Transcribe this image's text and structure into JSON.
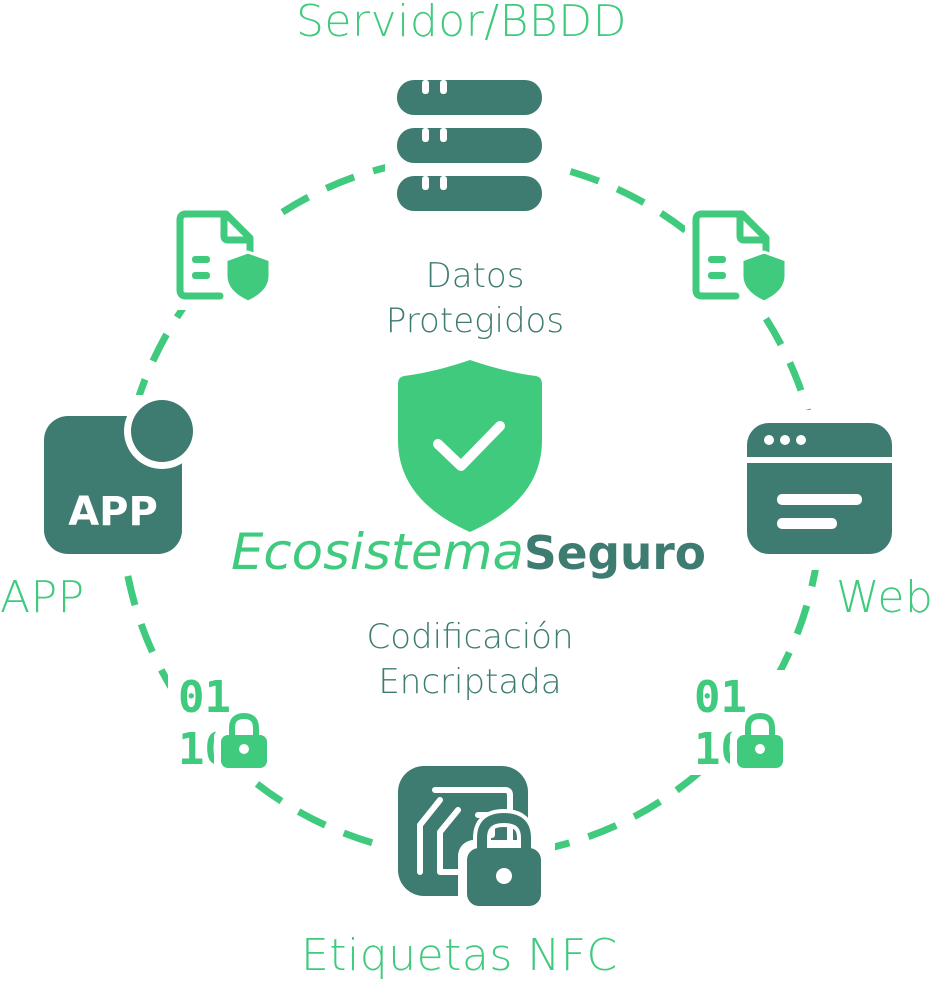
{
  "colors": {
    "green": "#3fca7e",
    "teal": "#3e7b71",
    "background": "#ffffff"
  },
  "nodes": {
    "top": {
      "label": "Servidor/BBDD",
      "icon": "server-icon"
    },
    "left": {
      "label": "APP",
      "icon": "app-icon",
      "icon_text": "APP"
    },
    "right": {
      "label": "Web",
      "icon": "browser-window-icon"
    },
    "bottom": {
      "label": "Etiquetas NFC",
      "icon": "nfc-chip-lock-icon"
    }
  },
  "ring_icons": {
    "upper": "document-shield-icon",
    "lower": "binary-lock-icon",
    "binary_text": [
      "01",
      "10"
    ]
  },
  "center": {
    "upper_text": [
      "Datos",
      "Protegidos"
    ],
    "brand_light": "Ecosistema",
    "brand_bold": "Seguro",
    "lower_text": [
      "Codificación",
      "Encriptada"
    ],
    "icon": "shield-check-icon"
  }
}
